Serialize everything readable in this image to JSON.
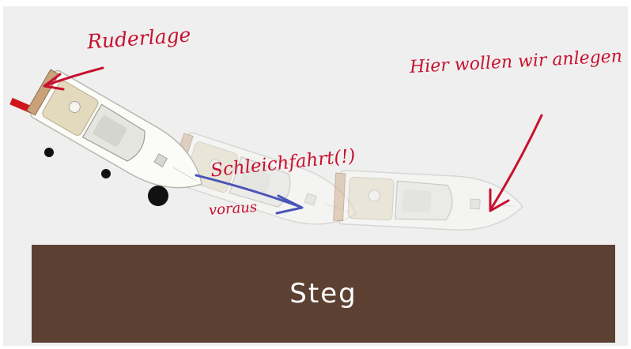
{
  "labels": {
    "rudder": "Ruderlage",
    "target": "Hier wollen wir anlegen",
    "creep": "Schleichfahrt(!)",
    "ahead": "voraus",
    "dock": "Steg"
  },
  "colors": {
    "annotation": "#c8102e",
    "motion_arrow": "#4a55b8",
    "dock": "#5c4132",
    "rudder": "#d0161b",
    "background": "#efefef"
  }
}
